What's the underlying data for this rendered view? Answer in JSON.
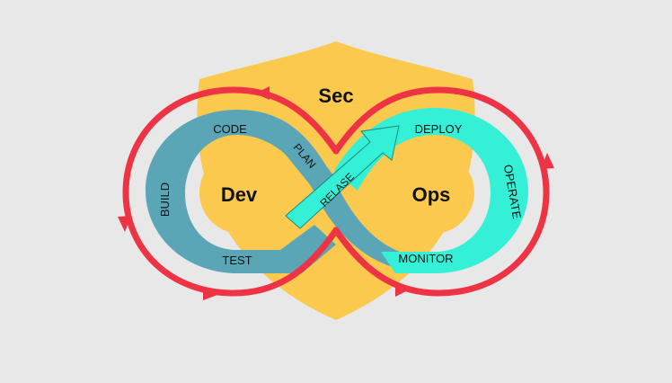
{
  "labels": {
    "sec": "Sec",
    "dev": "Dev",
    "ops": "Ops",
    "code": "CODE",
    "build": "BUILD",
    "test": "TEST",
    "plan": "PLAN",
    "release": "RELASE",
    "deploy": "DEPLOY",
    "operate": "OPERATE",
    "monitor": "MONITOR"
  },
  "colors": {
    "background": "#e8e8e8",
    "shield": "#fcc94f",
    "dev_band": "#5aa6b6",
    "ops_band": "#34f0d6",
    "loop": "#ee3344",
    "hub": "#fcc94f",
    "text": "#111111"
  }
}
